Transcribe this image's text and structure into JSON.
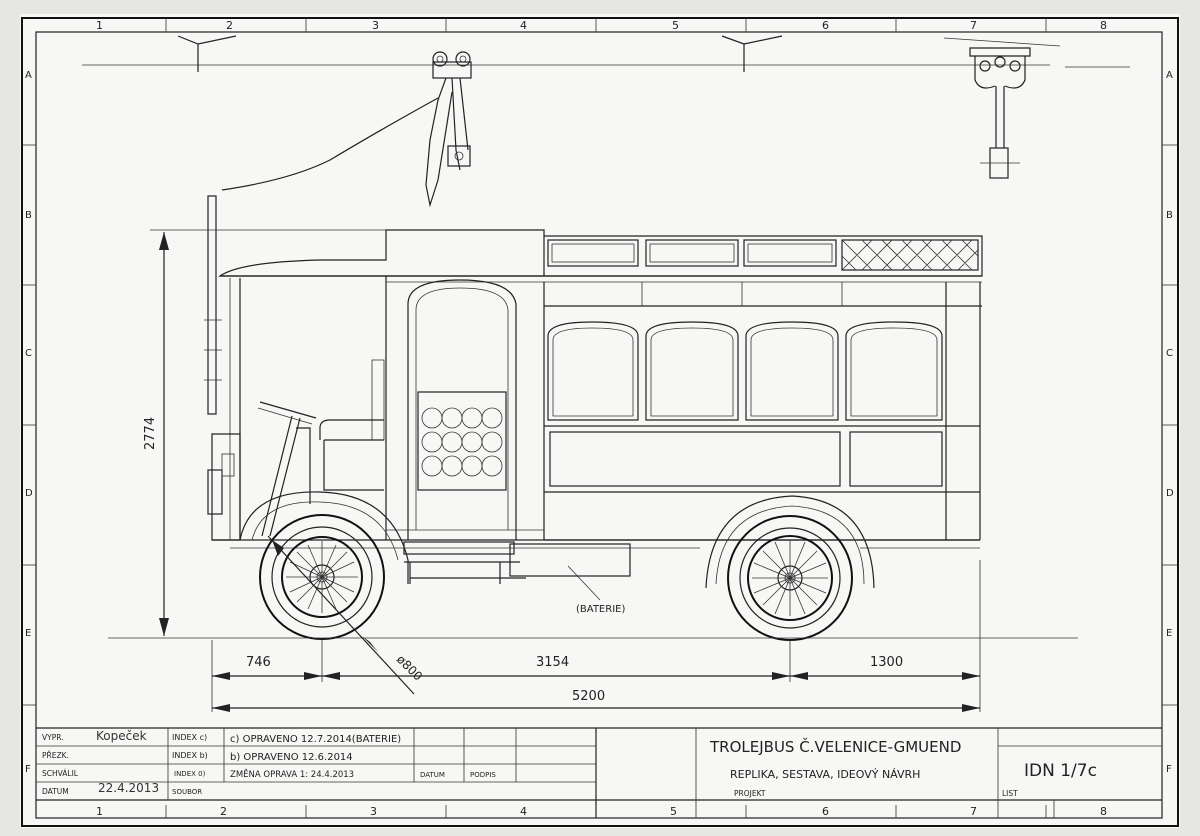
{
  "grid": {
    "columns": [
      "1",
      "2",
      "3",
      "4",
      "5",
      "6",
      "7",
      "8"
    ],
    "rows": [
      "A",
      "B",
      "C",
      "D",
      "E",
      "F"
    ]
  },
  "dimensions": {
    "height": "2774",
    "front_overhang": "746",
    "wheelbase": "3154",
    "rear_overhang": "1300",
    "overall_length": "5200",
    "wheel_diameter": "ø800",
    "battery_label": "(BATERIE)"
  },
  "title_block": {
    "labels": {
      "designed": "VYPR.",
      "checked": "PŘEZK.",
      "approved": "SCHVÁLIL",
      "date": "DATUM",
      "index_c": "INDEX c)",
      "index_b": "INDEX b)",
      "index_0": "INDEX 0)",
      "file": "SOUBOR",
      "date2": "DATUM",
      "signature": "PODPIS",
      "project": "PROJEKT",
      "sheet": "LIST"
    },
    "designer": "Kopeček",
    "date_value": "22.4.2013",
    "revisions": {
      "c": "c) OPRAVENO 12.7.2014(BATERIE)",
      "b": "b) OPRAVENO 12.6.2014",
      "0": "ZMĚNA OPRAVA 1: 24.4.2013"
    },
    "title": "TROLEJBUS Č.VELENICE-GMUEND",
    "subtitle": "REPLIKA, SESTAVA, IDEOVÝ NÁVRH",
    "drawing_number": "IDN 1/7c"
  }
}
